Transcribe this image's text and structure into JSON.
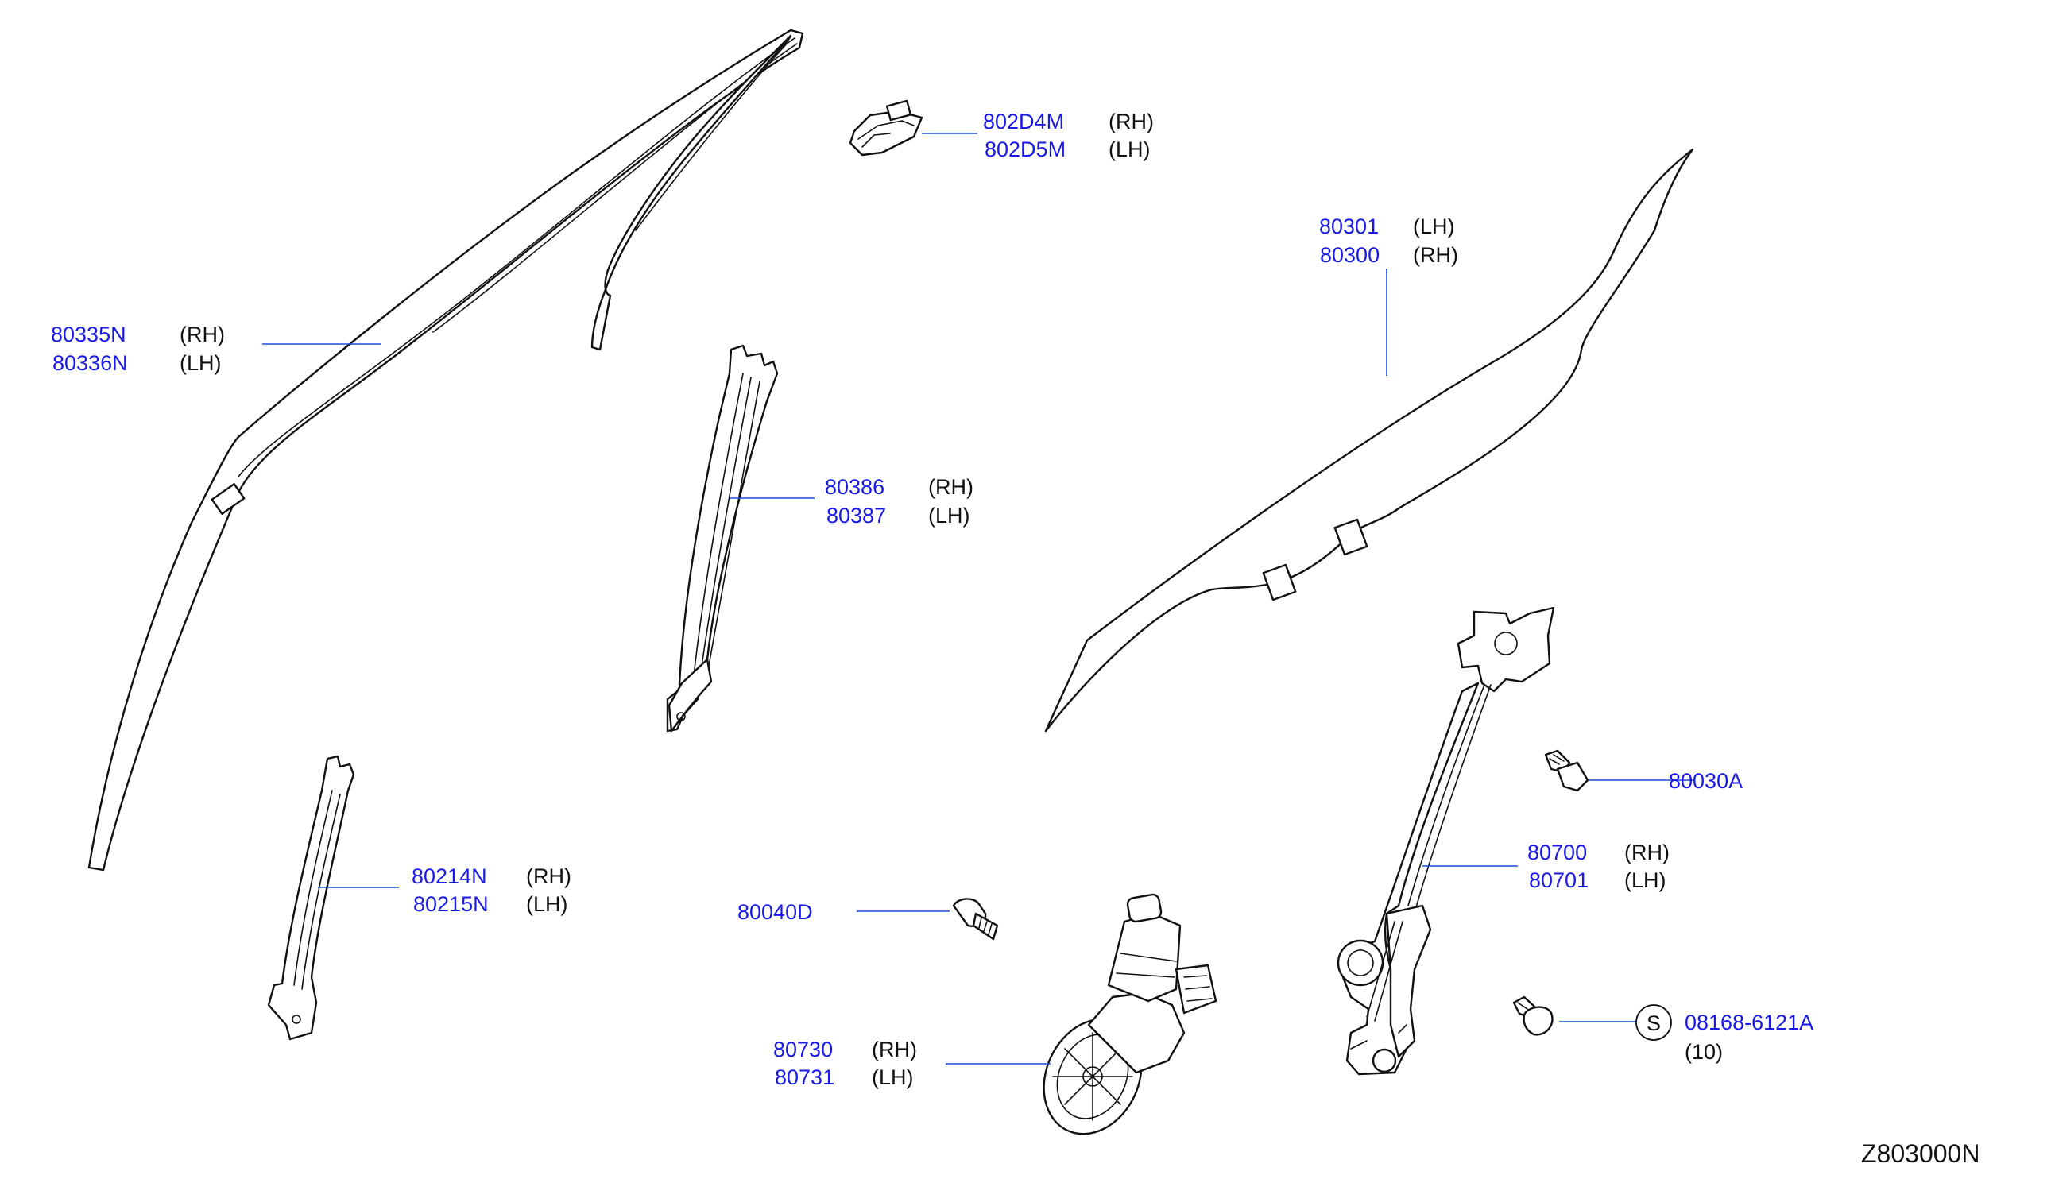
{
  "diagram_id": "Z803000N",
  "callouts": {
    "molding_bracket": {
      "part_rh": "802D4M",
      "side_rh": "(RH)",
      "part_lh": "802D5M",
      "side_lh": "(LH)"
    },
    "door_glass": {
      "part_lh": "80301",
      "side_lh": "(LH)",
      "part_rh": "80300",
      "side_rh": "(RH)"
    },
    "glass_run": {
      "part_rh": "80335N",
      "side_rh": "(RH)",
      "part_lh": "80336N",
      "side_lh": "(LH)"
    },
    "sash_center": {
      "part_rh": "80386",
      "side_rh": "(RH)",
      "part_lh": "80387",
      "side_lh": "(LH)"
    },
    "sash_rear": {
      "part_rh": "80214N",
      "side_rh": "(RH)",
      "part_lh": "80215N",
      "side_lh": "(LH)"
    },
    "bolt_upper": {
      "part": "80030A"
    },
    "regulator": {
      "part_rh": "80700",
      "side_rh": "(RH)",
      "part_lh": "80701",
      "side_lh": "(LH)"
    },
    "screw_motor": {
      "part": "80040D"
    },
    "motor": {
      "part_rh": "80730",
      "side_rh": "(RH)",
      "part_lh": "80731",
      "side_lh": "(LH)"
    },
    "standard_bolt": {
      "symbol": "S",
      "part": "08168-6121A",
      "qty": "(10)"
    }
  }
}
